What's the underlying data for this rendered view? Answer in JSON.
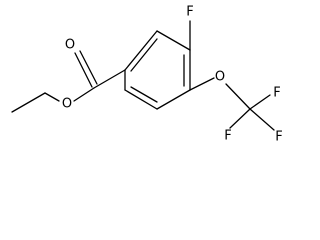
{
  "molecule": {
    "atoms": {
      "fluoro": "F",
      "ester_carbonyl_oxygen": "O",
      "ester_ether_oxygen": "O",
      "aryl_ether_oxygen": "O",
      "cf3_fluorine_top": "F",
      "cf3_fluorine_left": "F",
      "cf3_fluorine_right": "F"
    },
    "colors": {
      "bond": "#000000",
      "label": "#000000",
      "background": "#ffffff"
    }
  }
}
